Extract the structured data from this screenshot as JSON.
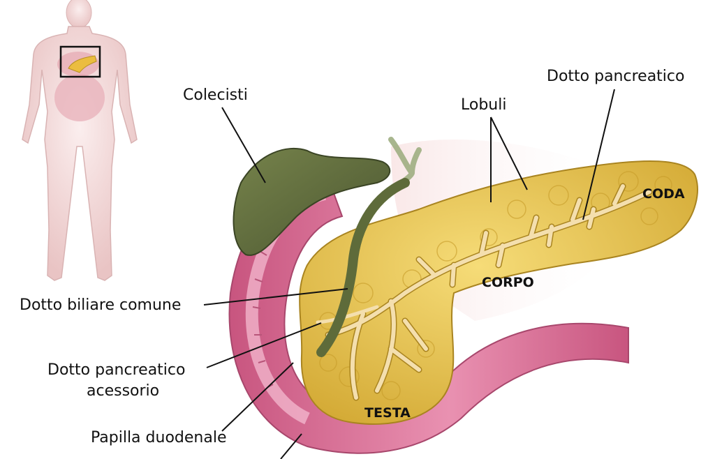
{
  "labels": {
    "colecisti": "Colecisti",
    "lobuli": "Lobuli",
    "dotto_pancreatico": "Dotto pancreatico",
    "dotto_biliare_comune": "Dotto biliare comune",
    "dotto_pancreatico_acessorio_line1": "Dotto pancreatico",
    "dotto_pancreatico_acessorio_line2": "acessorio",
    "papilla_duodenale": "Papilla duodenale"
  },
  "regions": {
    "coda": "CODA",
    "corpo": "CORPO",
    "testa": "TESTA"
  },
  "colors": {
    "pancreas": "#e8c44a",
    "pancreas_dark": "#c9a22e",
    "duct": "#f1d9a8",
    "duodenum": "#d9739a",
    "duodenum_light": "#f2b2c8",
    "gallbladder": "#5e6b3a",
    "body_skin": "#f3d9d9"
  }
}
